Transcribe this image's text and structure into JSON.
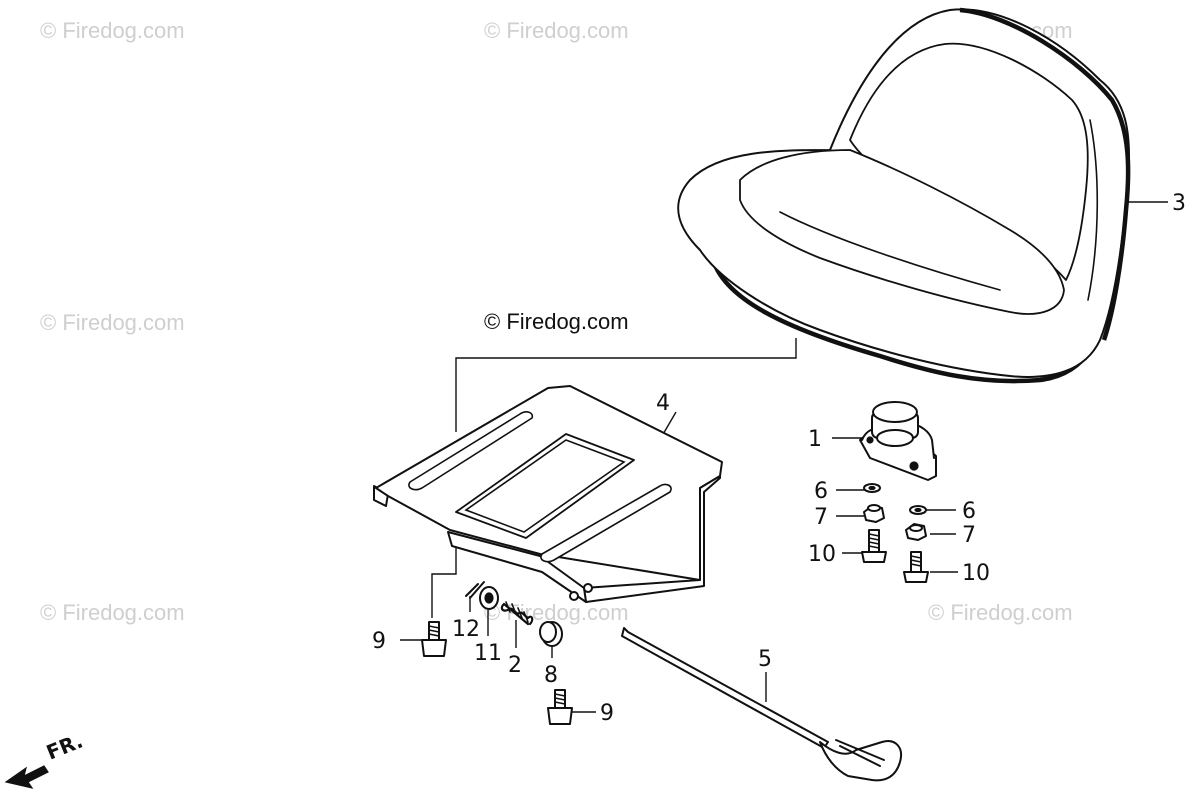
{
  "watermark": {
    "text": "© Firedog.com"
  },
  "copyright": "© Firedog.com",
  "direction": {
    "label": "FR."
  },
  "callouts": {
    "seat": "3",
    "seat_plate": "4",
    "bracket": "1",
    "washer_left": "6",
    "washer_right": "6",
    "nut_left": "7",
    "nut_right": "7",
    "bolt_left": "10",
    "bolt_right": "10",
    "pin": "12",
    "bushing": "11",
    "spring": "2",
    "collar": "8",
    "bolt_upper": "9",
    "bolt_lower": "9",
    "rod": "5"
  }
}
